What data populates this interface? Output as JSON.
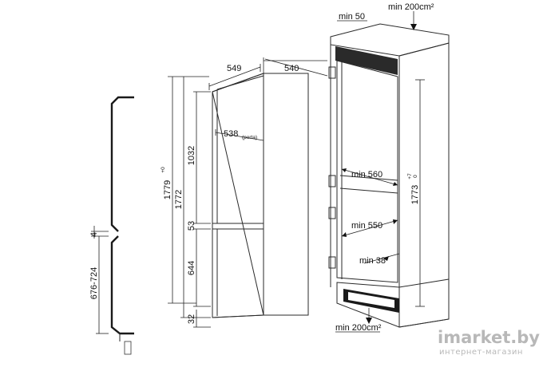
{
  "labels": {
    "niche_gap_4": "4",
    "niche_height": "676-724",
    "height_total_1779": "1779",
    "height_total_1779_sup": "+0",
    "height_1772": "1772",
    "height_1032": "1032",
    "height_53": "53",
    "height_644": "644",
    "height_32": "32",
    "width_549": "549",
    "depth_540": "540",
    "door_538": "538",
    "door_538_note": "(porta)",
    "top_min_50": "min 50",
    "top_min_200": "min 200cm²",
    "min_560": "min 560",
    "min_550": "min 550",
    "min_38": "min 38",
    "niche_1773": "1773",
    "niche_1773_sup": "+7",
    "niche_1773_sub": "0",
    "bottom_min_200": "min 200cm²"
  },
  "watermark": {
    "brand": "imarket.by",
    "tagline": "интернет-магазин"
  },
  "colors": {
    "line": "#1a1a1a",
    "watermark": "#b8b8b8"
  }
}
